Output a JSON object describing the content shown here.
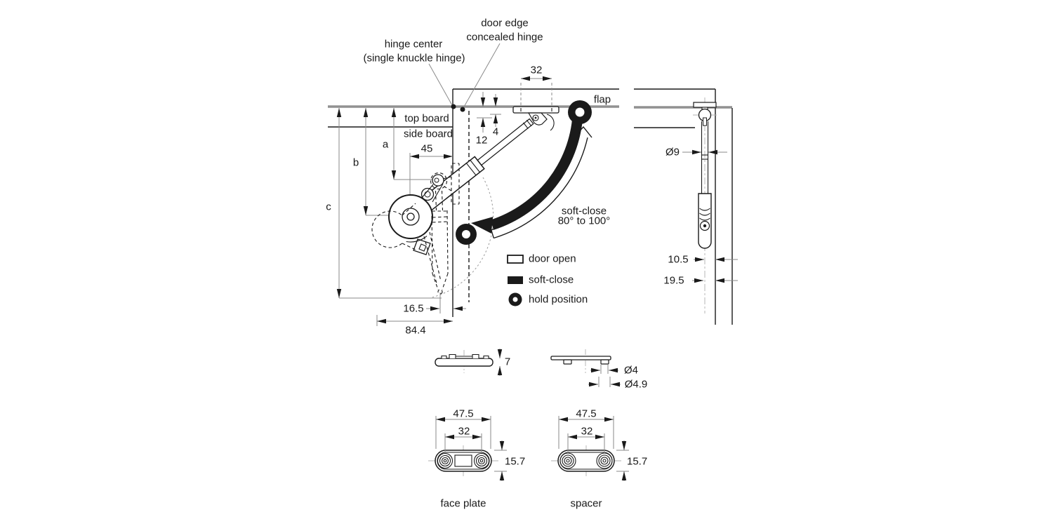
{
  "labels": {
    "hinge_center": "hinge center",
    "hinge_center_sub": "(single knuckle hinge)",
    "door_edge": "door edge",
    "concealed_hinge": "concealed hinge",
    "flap": "flap",
    "top_board": "top board",
    "side_board": "side board",
    "soft_close_range_1": "soft-close",
    "soft_close_range_2": "80° to 100°",
    "face_plate": "face plate",
    "spacer": "spacer"
  },
  "dimensions": {
    "hinge_offset": "32",
    "pivot_depth_4": "4",
    "pivot_depth_12": "12",
    "mount_setback": "45",
    "dim_a": "a",
    "dim_b": "b",
    "dim_c": "c",
    "front_offset": "16.5",
    "total_depth": "84.4",
    "rod_diameter": "Ø9",
    "center_to_door": "10.5",
    "door_thickness": "19.5",
    "plate_height": "7",
    "boss_diameter": "Ø4",
    "boss_diameter_2": "Ø4.9",
    "plate_width": "47.5",
    "hole_spacing": "32",
    "plate_depth": "15.7"
  },
  "legend": [
    {
      "swatch": "door-open-swatch",
      "label": "door open"
    },
    {
      "swatch": "soft-close-swatch",
      "label": "soft-close"
    },
    {
      "swatch": "hold-position-swatch",
      "label": "hold position"
    }
  ],
  "colors": {
    "line": "#1a1a1a",
    "dimension": "#8a8a8a",
    "board_surface": "#919191",
    "background": "#ffffff"
  }
}
